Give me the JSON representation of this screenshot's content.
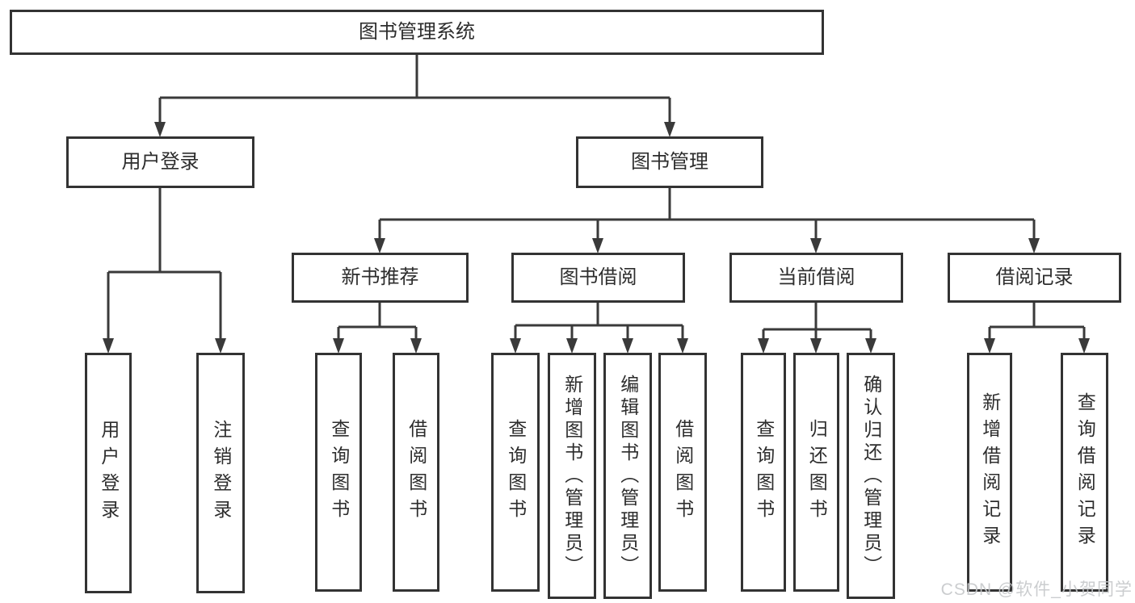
{
  "diagram": {
    "tree": {
      "label": "图书管理系统",
      "children": [
        {
          "label": "用户登录",
          "children": [
            {
              "label": "用户登录"
            },
            {
              "label": "注销登录"
            }
          ]
        },
        {
          "label": "图书管理",
          "children": [
            {
              "label": "新书推荐",
              "children": [
                {
                  "label": "查询图书"
                },
                {
                  "label": "借阅图书"
                }
              ]
            },
            {
              "label": "图书借阅",
              "children": [
                {
                  "label": "查询图书"
                },
                {
                  "label": "新增图书（管理员）"
                },
                {
                  "label": "编辑图书（管理员）"
                },
                {
                  "label": "借阅图书"
                }
              ]
            },
            {
              "label": "当前借阅",
              "children": [
                {
                  "label": "查询图书"
                },
                {
                  "label": "归还图书"
                },
                {
                  "label": "确认归还（管理员）"
                }
              ]
            },
            {
              "label": "借阅记录",
              "children": [
                {
                  "label": "新增借阅记录"
                },
                {
                  "label": "查询借阅记录"
                }
              ]
            }
          ]
        }
      ]
    },
    "colors": {
      "box_border": "#333333",
      "connector_line": "#3a3a3a",
      "text": "#2d2d2d",
      "background": "#ffffff",
      "watermark_text": "#c6c8ca"
    }
  },
  "watermark": {
    "text": "CSDN @软件_小贺同学"
  }
}
